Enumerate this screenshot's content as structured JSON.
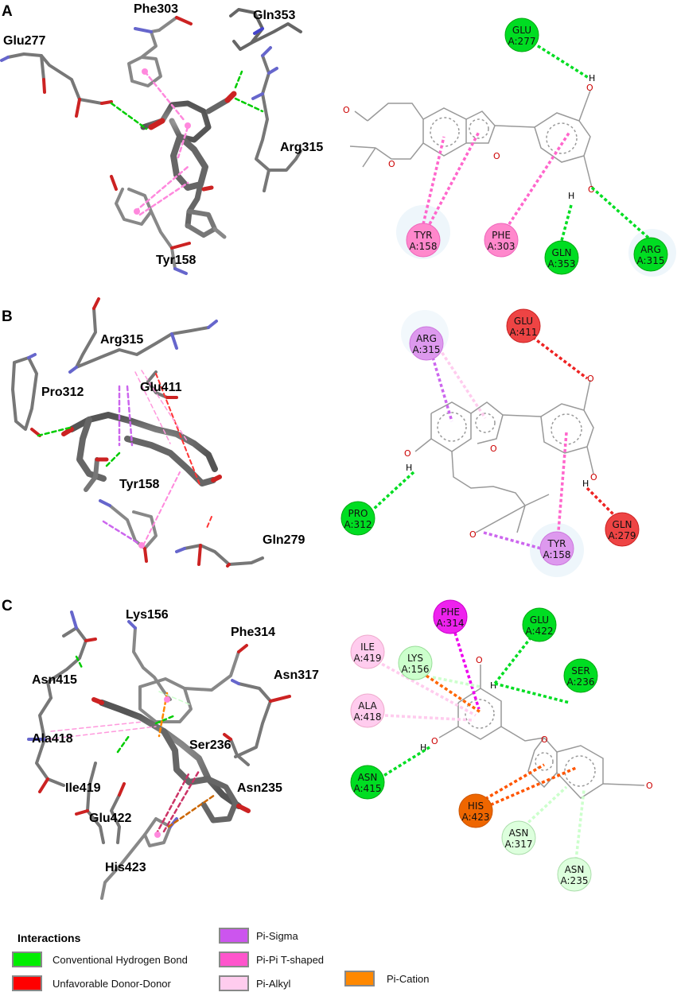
{
  "panels": [
    {
      "label": "A",
      "left_labels": [
        "Glu277",
        "Phe303",
        "Gln353",
        "Arg315",
        "Tyr158"
      ],
      "residues": [
        {
          "line1": "GLU",
          "line2": "A:277",
          "type": "hbond"
        },
        {
          "line1": "TYR",
          "line2": "A:158",
          "type": "pipi"
        },
        {
          "line1": "PHE",
          "line2": "A:303",
          "type": "pipi"
        },
        {
          "line1": "GLN",
          "line2": "A:353",
          "type": "hbond"
        },
        {
          "line1": "ARG",
          "line2": "A:315",
          "type": "hbond"
        }
      ]
    },
    {
      "label": "B",
      "left_labels": [
        "Arg315",
        "Pro312",
        "Glu411",
        "Tyr158",
        "Gln279"
      ],
      "residues": [
        {
          "line1": "ARG",
          "line2": "A:315",
          "type": "sigma"
        },
        {
          "line1": "GLU",
          "line2": "A:411",
          "type": "unfav"
        },
        {
          "line1": "PRO",
          "line2": "A:312",
          "type": "hbond"
        },
        {
          "line1": "GLN",
          "line2": "A:279",
          "type": "unfav"
        },
        {
          "line1": "TYR",
          "line2": "A:158",
          "type": "sigma"
        }
      ]
    },
    {
      "label": "C",
      "left_labels": [
        "Lys156",
        "Phe314",
        "Asn415",
        "Asn317",
        "Ala418",
        "Ser236",
        "Ile419",
        "Asn235",
        "Glu422",
        "His423"
      ],
      "residues": [
        {
          "line1": "PHE",
          "line2": "A:314",
          "type": "sigma"
        },
        {
          "line1": "GLU",
          "line2": "A:422",
          "type": "hbond"
        },
        {
          "line1": "ILE",
          "line2": "A:419",
          "type": "alkyl"
        },
        {
          "line1": "LYS",
          "line2": "A:156",
          "type": "carbon"
        },
        {
          "line1": "SER",
          "line2": "A:236",
          "type": "hbond"
        },
        {
          "line1": "ALA",
          "line2": "A:418",
          "type": "alkyl"
        },
        {
          "line1": "ASN",
          "line2": "A:415",
          "type": "hbond"
        },
        {
          "line1": "HIS",
          "line2": "A:423",
          "type": "cation"
        },
        {
          "line1": "ASN",
          "line2": "A:317",
          "type": "carbon"
        },
        {
          "line1": "ASN",
          "line2": "A:235",
          "type": "carbon"
        }
      ]
    }
  ],
  "atom_labels": {
    "oxygen": "O",
    "hydrogen": "H"
  },
  "legend": {
    "title": "Interactions",
    "items": [
      {
        "label": "Conventional Hydrogen Bond",
        "color": "#00ee00"
      },
      {
        "label": "Unfavorable Donor-Donor",
        "color": "#ff0000"
      },
      {
        "label": "Pi-Sigma",
        "color": "#cc55ee"
      },
      {
        "label": "Pi-Pi T-shaped",
        "color": "#ff55cc"
      },
      {
        "label": "Pi-Alkyl",
        "color": "#ffccee"
      },
      {
        "label": "Pi-Cation",
        "color": "#ff8800"
      }
    ]
  },
  "colors": {
    "hbond": "#00dd22",
    "unfav": "#ee2222",
    "sigma": "#cc66ee",
    "pipi": "#ff66cc",
    "alkyl": "#ffccee",
    "cation": "#ff7700",
    "carbon": "#ccffcc",
    "bond": "#444444",
    "ring": "#999999",
    "oxygen": "#cc0000"
  }
}
